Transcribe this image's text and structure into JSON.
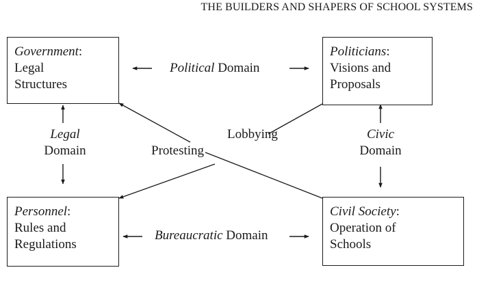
{
  "header": {
    "title": "THE BUILDERS AND SHAPERS OF SCHOOL SYSTEMS"
  },
  "boxes": {
    "government": {
      "title": "Government",
      "suffix": ":",
      "line1": "Legal",
      "line2": "Structures"
    },
    "politicians": {
      "title": "Politicians",
      "suffix": ":",
      "line1": "Visions and",
      "line2": "Proposals"
    },
    "personnel": {
      "title": "Personnel",
      "suffix": ":",
      "line1": "Rules and",
      "line2": "Regulations"
    },
    "civil_society": {
      "title": "Civil Society",
      "suffix": ":",
      "line1": "Operation of",
      "line2": "Schools"
    }
  },
  "domains": {
    "political": {
      "emph": "Political",
      "rest": " Domain"
    },
    "bureaucratic": {
      "emph": "Bureaucratic",
      "rest": " Domain"
    },
    "legal": {
      "emph": "Legal",
      "rest": "Domain"
    },
    "civic": {
      "emph": "Civic",
      "rest": "Domain"
    }
  },
  "cross_labels": {
    "lobbying": "Lobbying",
    "protesting": "Protesting"
  },
  "colors": {
    "ink": "#1a1a1a",
    "background": "#ffffff"
  }
}
